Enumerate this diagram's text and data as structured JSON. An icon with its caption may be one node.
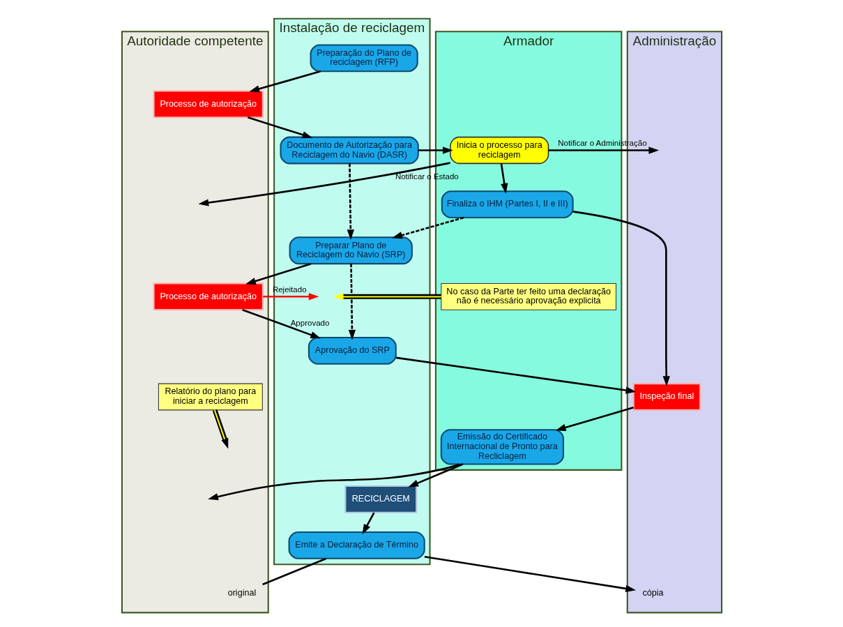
{
  "diagram": {
    "nodes": [
      {
        "text": [
          "Autoridade competente"
        ]
      },
      {
        "text": [
          "Instalação de reciclagem"
        ]
      },
      {
        "text": [
          "Armador"
        ]
      },
      {
        "text": [
          "Administração"
        ]
      },
      {
        "text": [
          "Preparação do Plano de reciclagem (RFP)"
        ],
        "in": 1
      },
      {
        "text": [
          "Processo de autorização"
        ],
        "in": 0
      },
      {
        "text": [
          "Documento de Autorização para Reciclagem do Navio (DASR)"
        ],
        "in": 1
      },
      {
        "text": [
          "Inicia o processo para reciclagem"
        ],
        "in": 2
      },
      {
        "text": [
          "Finaliza o IHM (Partes I, II e III)"
        ],
        "in": 2
      },
      {
        "text": [
          "Preparar Plano de Reciclagem do Navio (SRP)"
        ],
        "in": 1
      },
      {
        "text": [
          "Processo de autorização"
        ],
        "in": 0
      },
      {
        "text": [
          "No caso da Parte ter feito uma declaração não é necessário aprovação explicita"
        ],
        "in": 2
      },
      {
        "text": [
          "Aprovação do SRP"
        ],
        "in": 1
      },
      {
        "text": [
          "Inspeção final"
        ],
        "in": 3
      },
      {
        "text": [
          "Relatório do plano para iniciar a reciclagem"
        ],
        "in": 0
      },
      {
        "text": [
          "Emissão do Certificado Internacional de Pronto para Recliclagem"
        ],
        "in": 2
      },
      {
        "text": [
          "RECICLAGEM"
        ],
        "in": 1
      },
      {
        "text": [
          "Emite a Declaração de Término"
        ],
        "in": 1
      },
      {
        "text": [
          "original"
        ],
        "in": 0
      },
      {
        "text": [
          "cópia"
        ],
        "in": 3
      }
    ],
    "edges": [
      {
        "from": 4,
        "to": 5,
        "arrow": "to"
      },
      {
        "from": 5,
        "to": 6,
        "arrow": "to"
      },
      {
        "from": 6,
        "to": 7,
        "arrow": "to"
      },
      {
        "from": 7,
        "to": null,
        "arrow": "to",
        "label": "Notificar o Estado"
      },
      {
        "from": 7,
        "to": 8,
        "arrow": "to"
      },
      {
        "from": 7,
        "to": null,
        "arrow": "to",
        "label": "Notificar o Administração"
      },
      {
        "from": 6,
        "to": 9,
        "arrow": "to",
        "style": "dashed"
      },
      {
        "from": 8,
        "to": 9,
        "arrow": "to",
        "style": "dashed"
      },
      {
        "from": 9,
        "to": 10,
        "arrow": "to"
      },
      {
        "from": 11,
        "to": null,
        "arrow": "to",
        "color": "#ffff00"
      },
      {
        "from": 9,
        "to": 12,
        "arrow": "to",
        "style": "dashed"
      },
      {
        "from": 10,
        "to": null,
        "arrow": "to",
        "label": "Rejeitado",
        "color": "#ff0000"
      },
      {
        "from": 10,
        "to": 12,
        "arrow": "to",
        "label": "Approvado"
      },
      {
        "from": 12,
        "to": 13,
        "arrow": "to"
      },
      {
        "from": 8,
        "to": 13,
        "arrow": "to"
      },
      {
        "from": 13,
        "to": 15,
        "arrow": "to"
      },
      {
        "from": 15,
        "to": 16,
        "arrow": "to"
      },
      {
        "from": 15,
        "to": null,
        "arrow": "to"
      },
      {
        "from": 14,
        "to": null,
        "arrow": "to",
        "color": "#ffff00"
      },
      {
        "from": 16,
        "to": 17,
        "arrow": "to"
      },
      {
        "from": 17,
        "to": 18,
        "arrow": "none"
      },
      {
        "from": 17,
        "to": 19,
        "arrow": "to"
      }
    ]
  }
}
